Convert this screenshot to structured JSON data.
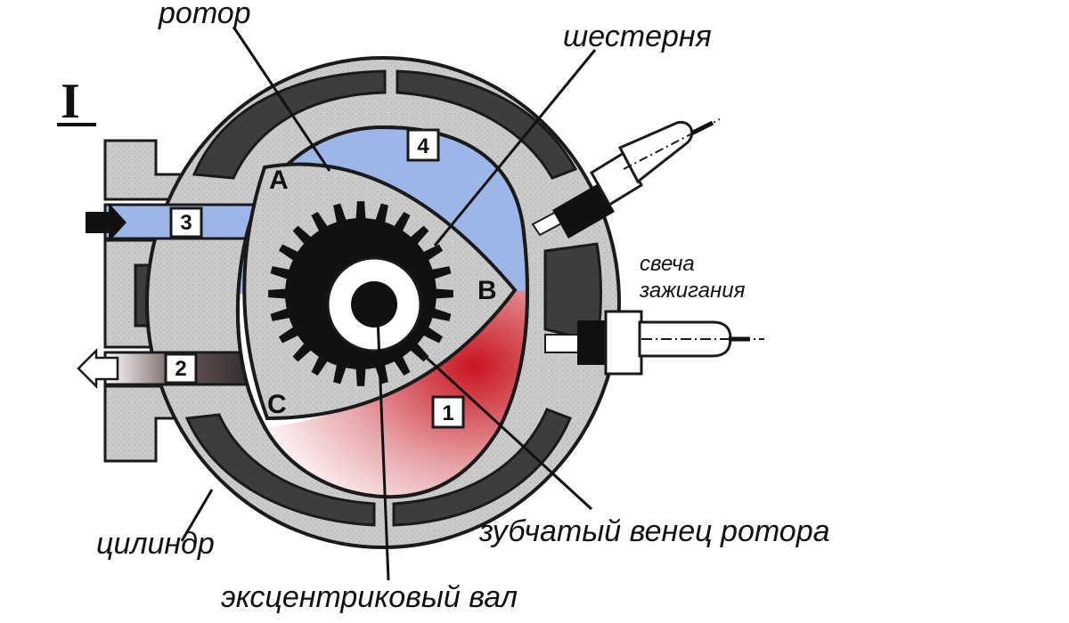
{
  "title_mark": "I",
  "labels": {
    "rotor": "ротор",
    "gear": "шестерня",
    "spark_plug_line1": "свеча",
    "spark_plug_line2": "зажигания",
    "cylinder": "цилиндр",
    "rotor_ring_gear": "зубчатый венец ротора",
    "eccentric_shaft": "эксцентриковый вал"
  },
  "apexes": {
    "a": "A",
    "b": "B",
    "c": "C"
  },
  "chambers": {
    "c1": "1",
    "c2": "2",
    "c3": "3",
    "c4": "4"
  },
  "colors": {
    "housing": "#c9c9c9",
    "cooling": "#3d3d3d",
    "intake": "#9db6e8",
    "combustion": "#c8141e",
    "gear": "#111111",
    "outline": "#1a1a1a"
  }
}
